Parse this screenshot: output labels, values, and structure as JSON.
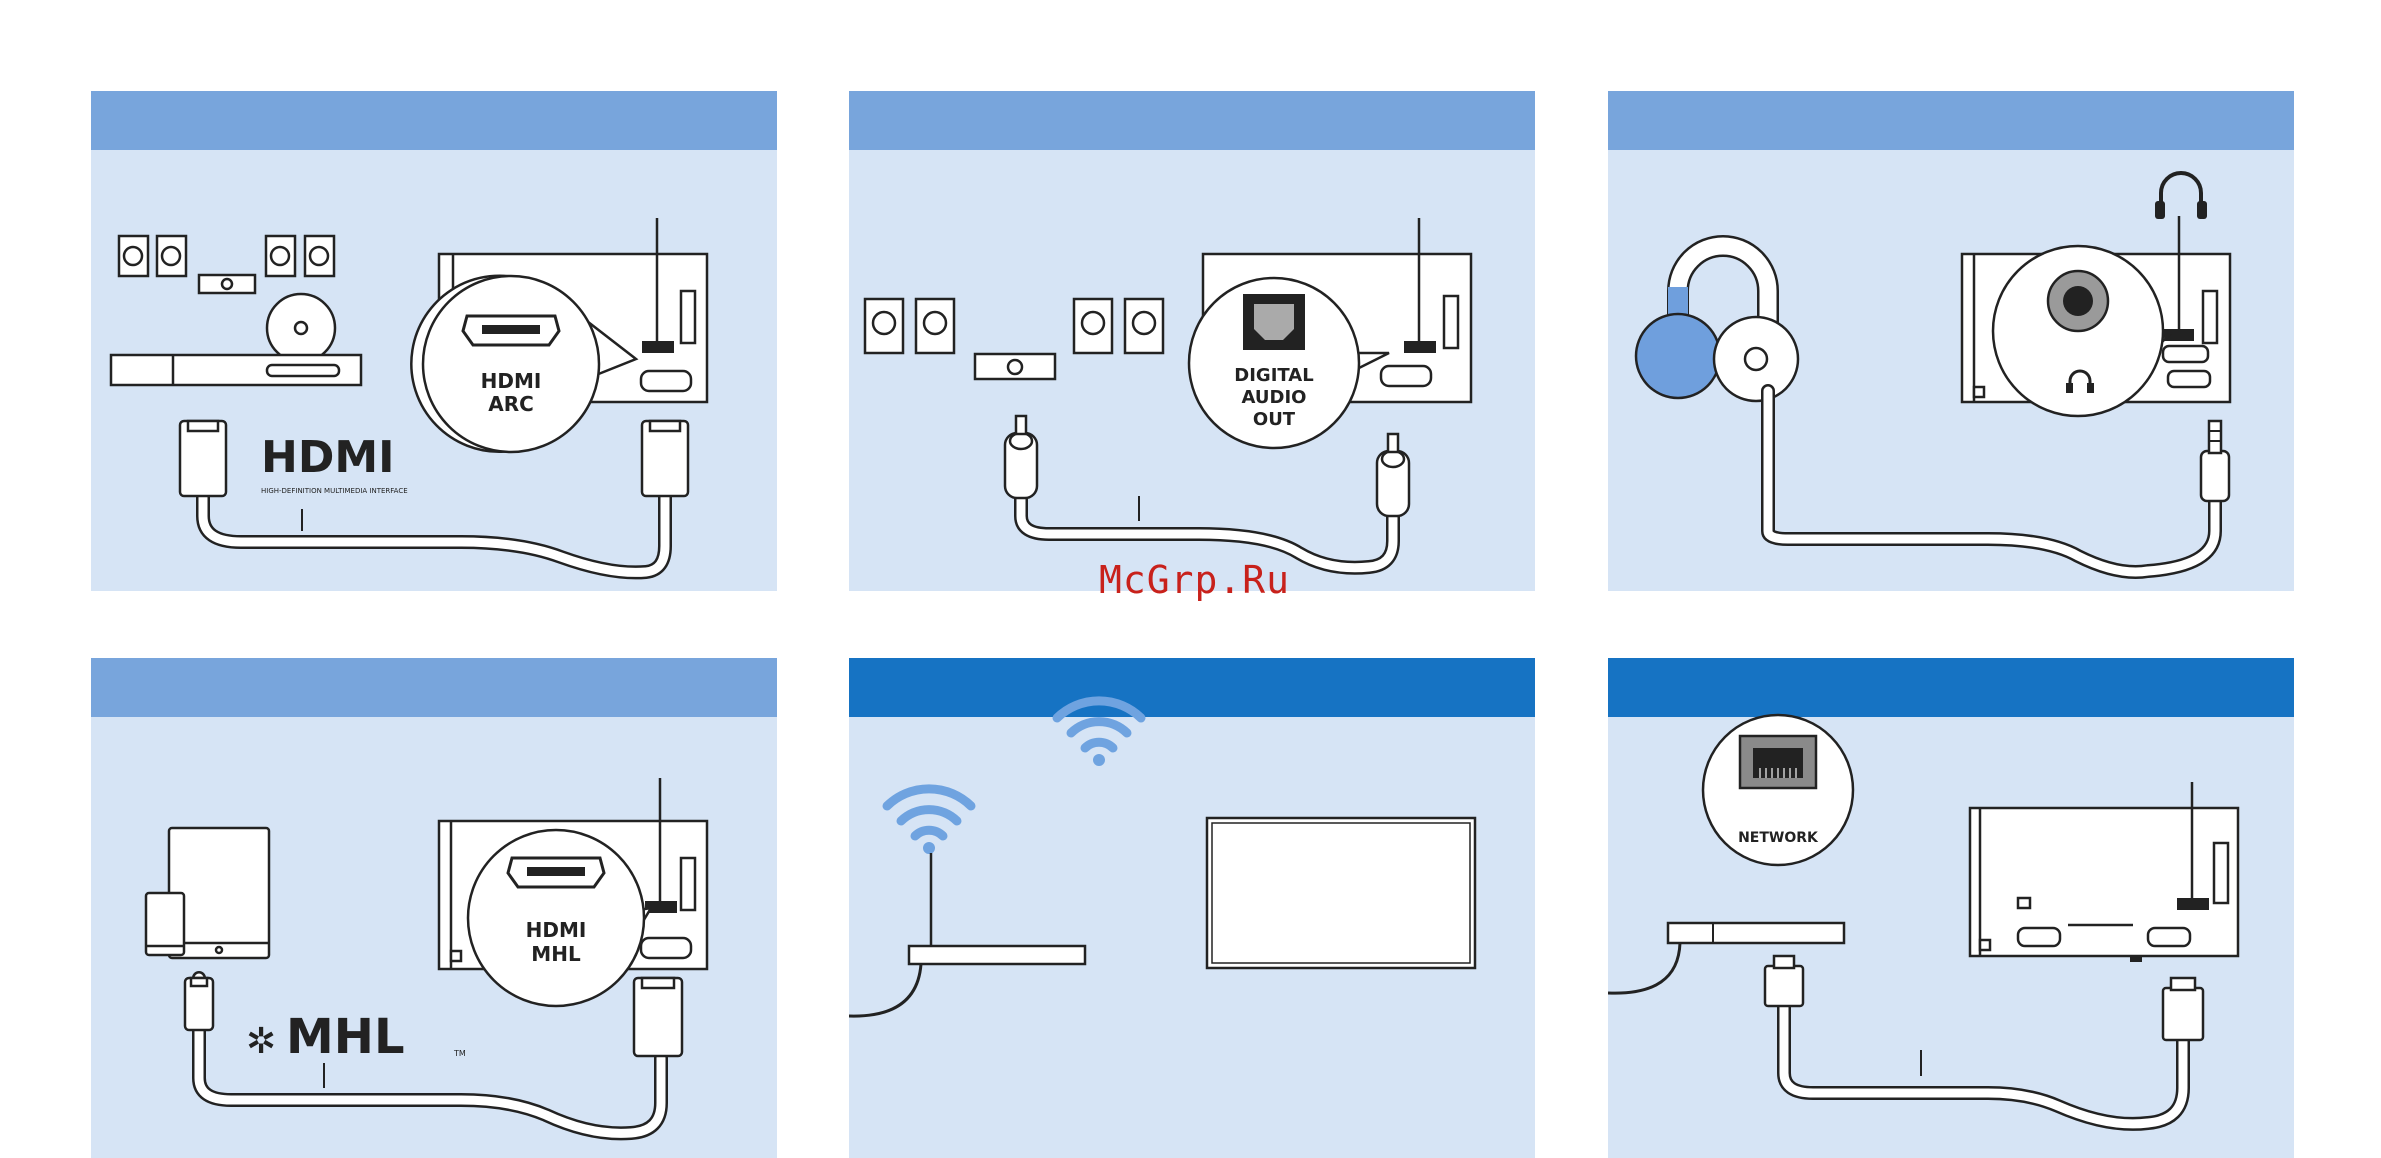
{
  "colors": {
    "panel_bg": "#d6e4f5",
    "bar_light": "#78a5dc",
    "bar_dark": "#1673c3",
    "line": "#222222",
    "wifi": "#6fa3e0",
    "cast_blue": "#6f9fdd",
    "watermark": "#c8211b"
  },
  "panels": [
    {
      "id": "hdmi-arc",
      "bar": "light",
      "bubble_line1": "HDMI",
      "bubble_line2": "ARC",
      "logo": "HDMI",
      "logo_sub": "HIGH-DEFINITION MULTIMEDIA INTERFACE"
    },
    {
      "id": "digital-audio-out",
      "bar": "light",
      "bubble_line1": "DIGITAL",
      "bubble_line2": "AUDIO",
      "bubble_line3": "OUT"
    },
    {
      "id": "headphones",
      "bar": "light"
    },
    {
      "id": "hdmi-mhl",
      "bar": "light",
      "bubble_line1": "HDMI",
      "bubble_line2": "MHL",
      "logo": "MHL",
      "logo_tm": "TM"
    },
    {
      "id": "wireless",
      "bar": "dark"
    },
    {
      "id": "network",
      "bar": "dark",
      "bubble_line1": "NETWORK"
    }
  ],
  "watermark": "McGrp.Ru"
}
